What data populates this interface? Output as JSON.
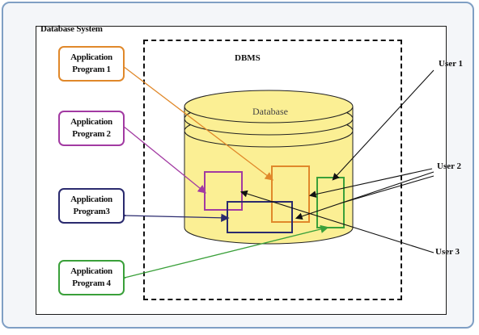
{
  "diagram": {
    "system_title": "Database System",
    "dbms_title": "DBMS",
    "database_label": "Database",
    "applications": [
      {
        "line1": "Application",
        "line2": "Program 1",
        "color": "#e0882a"
      },
      {
        "line1": "Application",
        "line2": "Program 2",
        "color": "#a23aa2"
      },
      {
        "line1": "Application",
        "line2": "Program3",
        "color": "#2a2a6e"
      },
      {
        "line1": "Application",
        "line2": "Program 4",
        "color": "#3aa03a"
      }
    ],
    "users": [
      "User 1",
      "User 2",
      "User 3"
    ],
    "colors": {
      "cylinder_fill": "#fbef94",
      "cylinder_stroke": "#222222",
      "frame_border": "#7f9fc4"
    }
  }
}
